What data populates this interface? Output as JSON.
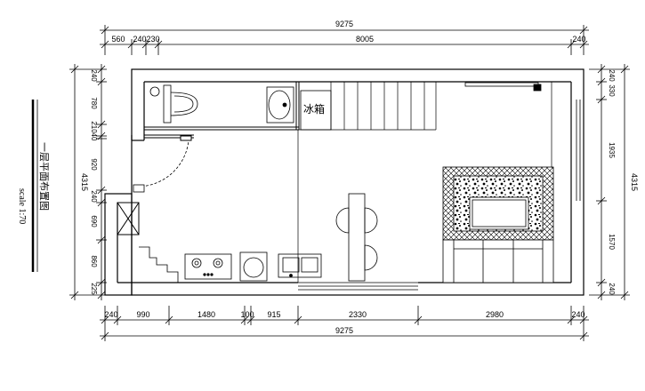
{
  "title": "一层平面布置图",
  "scale": "scale 1:70",
  "fridge_label": "冰箱",
  "top_dims": {
    "total": "9275",
    "segments": [
      "560",
      "240",
      "230",
      "8005",
      "240"
    ]
  },
  "bottom_dims": {
    "total": "9275",
    "segments": [
      "240",
      "990",
      "1480",
      "100",
      "915",
      "2330",
      "2980",
      "240"
    ]
  },
  "left_dims": {
    "total": "4315",
    "segments": [
      "240",
      "780",
      "210",
      "40",
      "920",
      "240",
      "690",
      "860",
      "225"
    ]
  },
  "right_dims": {
    "total": "4315",
    "segments": [
      "240",
      "330",
      "1935",
      "1570",
      "240"
    ]
  }
}
